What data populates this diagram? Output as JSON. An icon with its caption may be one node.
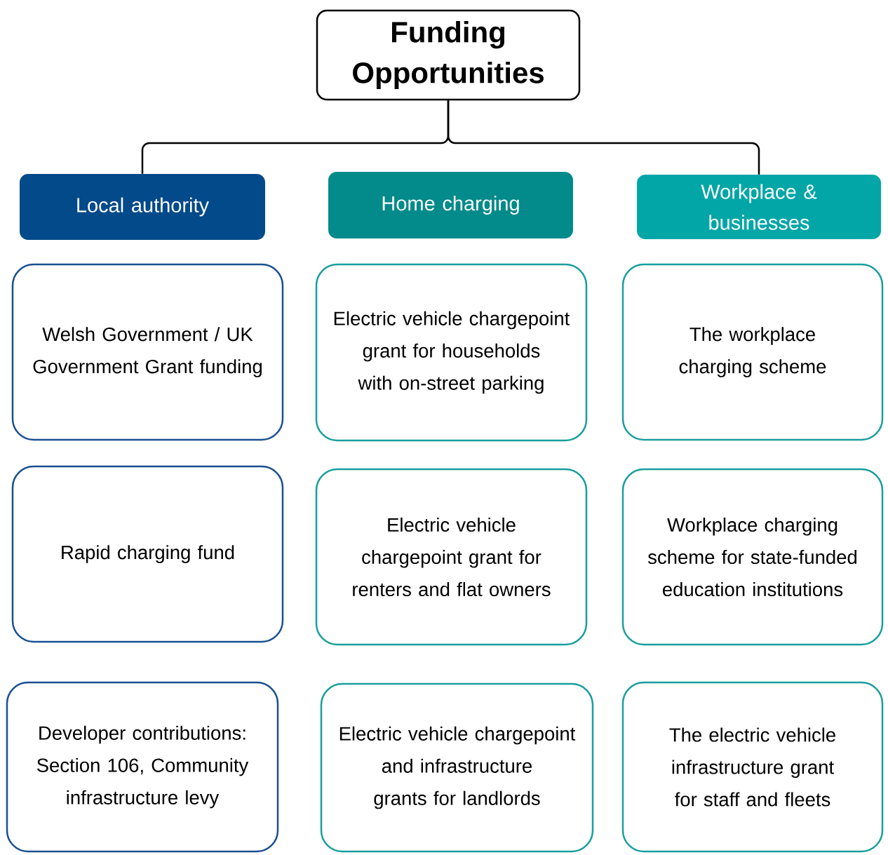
{
  "diagram": {
    "nodes": [
      {
        "text": [
          "Funding Opportunities"
        ]
      },
      {
        "text": [
          "Local authority"
        ]
      },
      {
        "text": [
          "Home charging"
        ]
      },
      {
        "text": [
          "Workplace & businesses"
        ]
      },
      {
        "text": [
          "Welsh Government / UK Government Grant funding"
        ]
      },
      {
        "text": [
          "Electric vehicle chargepoint grant for households with on-street parking"
        ]
      },
      {
        "text": [
          "The workplace charging scheme"
        ]
      },
      {
        "text": [
          "Rapid charging fund"
        ]
      },
      {
        "text": [
          "Electric vehicle chargepoint grant for renters and flat owners"
        ]
      },
      {
        "text": [
          "Workplace charging scheme for state-funded education institutions"
        ]
      },
      {
        "text": [
          "Developer contributions: Section 106, Community infrastructure levy"
        ]
      },
      {
        "text": [
          "Electric vehicle chargepoint and infrastructure grants for landlords"
        ]
      },
      {
        "text": [
          "The electric vehicle infrastructure grant for staff and fleets"
        ]
      }
    ],
    "edges": [
      {
        "from": 0,
        "to": 1,
        "arrow": "none"
      },
      {
        "from": 0,
        "to": 3,
        "arrow": "none"
      }
    ]
  }
}
